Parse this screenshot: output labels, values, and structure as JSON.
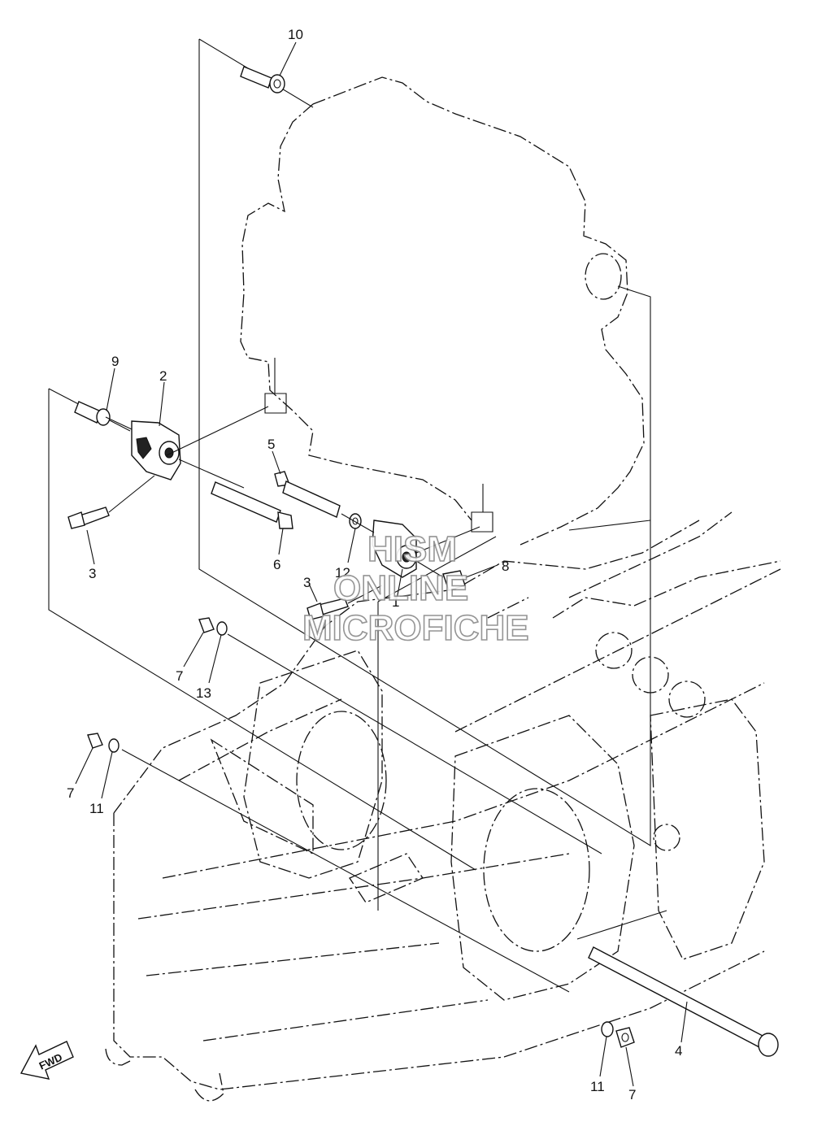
{
  "callouts": [
    {
      "id": "10",
      "text": "10"
    },
    {
      "id": "9",
      "text": "9"
    },
    {
      "id": "2",
      "text": "2"
    },
    {
      "id": "5",
      "text": "5"
    },
    {
      "id": "3a",
      "text": "3"
    },
    {
      "id": "6",
      "text": "6"
    },
    {
      "id": "12",
      "text": "12"
    },
    {
      "id": "8",
      "text": "8"
    },
    {
      "id": "3b",
      "text": "3"
    },
    {
      "id": "1",
      "text": "1"
    },
    {
      "id": "7a",
      "text": "7"
    },
    {
      "id": "13",
      "text": "13"
    },
    {
      "id": "7b",
      "text": "7"
    },
    {
      "id": "11a",
      "text": "11"
    },
    {
      "id": "4",
      "text": "4"
    },
    {
      "id": "11b",
      "text": "11"
    },
    {
      "id": "7c",
      "text": "7"
    }
  ],
  "watermark": {
    "line1": "HISM",
    "line2": "ONLINE",
    "line3": "MICROFICHE"
  },
  "fwd_label": "FWD"
}
